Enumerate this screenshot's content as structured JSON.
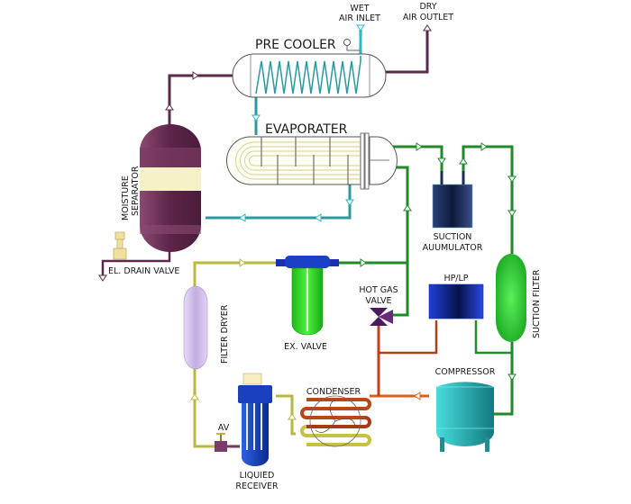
{
  "diagram": {
    "title": "Refrigerated Air Dryer Process Flow",
    "labels": {
      "wet_air_inlet_line1": "WET",
      "wet_air_inlet_line2": "AIR INLET",
      "dry_air_outlet_line1": "DRY",
      "dry_air_outlet_line2": "AIR OUTLET",
      "pre_cooler": "PRE COOLER",
      "evaporater": "EVAPORATER",
      "moisture_separator_line1": "MOISTURE",
      "moisture_separator_line2": "SEPARATOR",
      "el_drain_valve": "EL. DRAIN VALVE",
      "suction_accumulator_line1": "SUCTION",
      "suction_accumulator_line2": "AUUMULATOR",
      "filter_dryer": "FILTER DRYER",
      "ex_valve": "EX. VALVE",
      "hot_gas_valve_line1": "HOT GAS",
      "hot_gas_valve_line2": "VALVE",
      "hp_lp": "HP/LP",
      "suction_filter": "SUCTION FILTER",
      "compressor": "COMPRESSOR",
      "condenser": "CONDENSER",
      "av": "AV",
      "liquid_receiver_line1": "LIQUIED",
      "liquid_receiver_line2": "RECEIVER"
    },
    "colors": {
      "air_line": "#5a2a48",
      "chilled_line": "#2a9aa0",
      "suction_line": "#1f8a2a",
      "liquid_line": "#b8b840",
      "hot_line": "#c8401a",
      "separator_body": "#6a2d55",
      "accumulator_body": "#1e2d55",
      "hplp_body": "#1030c0",
      "suction_filter_body": "#39d040",
      "ex_valve_body": "#30cc20",
      "filter_dryer_body": "#cdb8e8",
      "compressor_body": "#2ab8b8",
      "receiver_body": "#1a40b0"
    }
  }
}
